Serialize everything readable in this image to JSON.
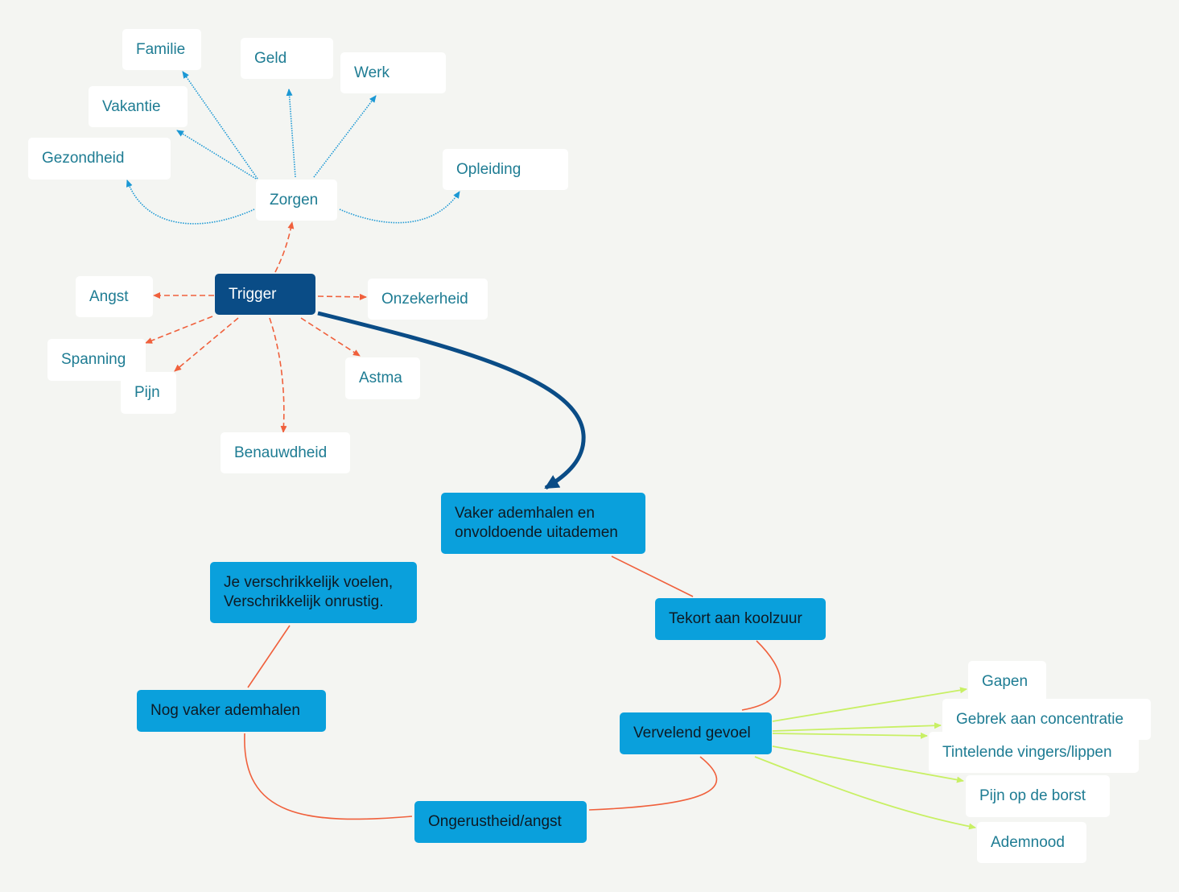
{
  "colors": {
    "background": "#f4f5f2",
    "worry_links": "#1b98d4",
    "trigger_links": "#f0603c",
    "cycle_links": "#f0603c",
    "symptom_links": "#c8f064",
    "main_arrow": "#0a4c86",
    "trigger_box": "#0a4c86",
    "cycle_box": "#0aa0dc"
  },
  "zorgen": {
    "center": "Zorgen",
    "items": [
      "Familie",
      "Geld",
      "Werk",
      "Vakantie",
      "Gezondheid",
      "Opleiding"
    ]
  },
  "trigger": {
    "center": "Trigger",
    "items": [
      "Angst",
      "Onzekerheid",
      "Spanning",
      "Pijn",
      "Astma",
      "Benauwdheid"
    ]
  },
  "cycle": {
    "step1": [
      "Vaker ademhalen en",
      "onvoldoende uitademen"
    ],
    "step2": "Tekort aan koolzuur",
    "step3": "Vervelend gevoel",
    "step4": "Ongerustheid/angst",
    "step5": "Nog vaker ademhalen",
    "step6": [
      "Je verschrikkelijk voelen,",
      "Verschrikkelijk onrustig."
    ]
  },
  "symptoms": {
    "items": [
      "Gapen",
      "Gebrek aan concentratie",
      "Tintelende vingers/lippen",
      "Pijn op de borst",
      "Ademnood"
    ]
  }
}
